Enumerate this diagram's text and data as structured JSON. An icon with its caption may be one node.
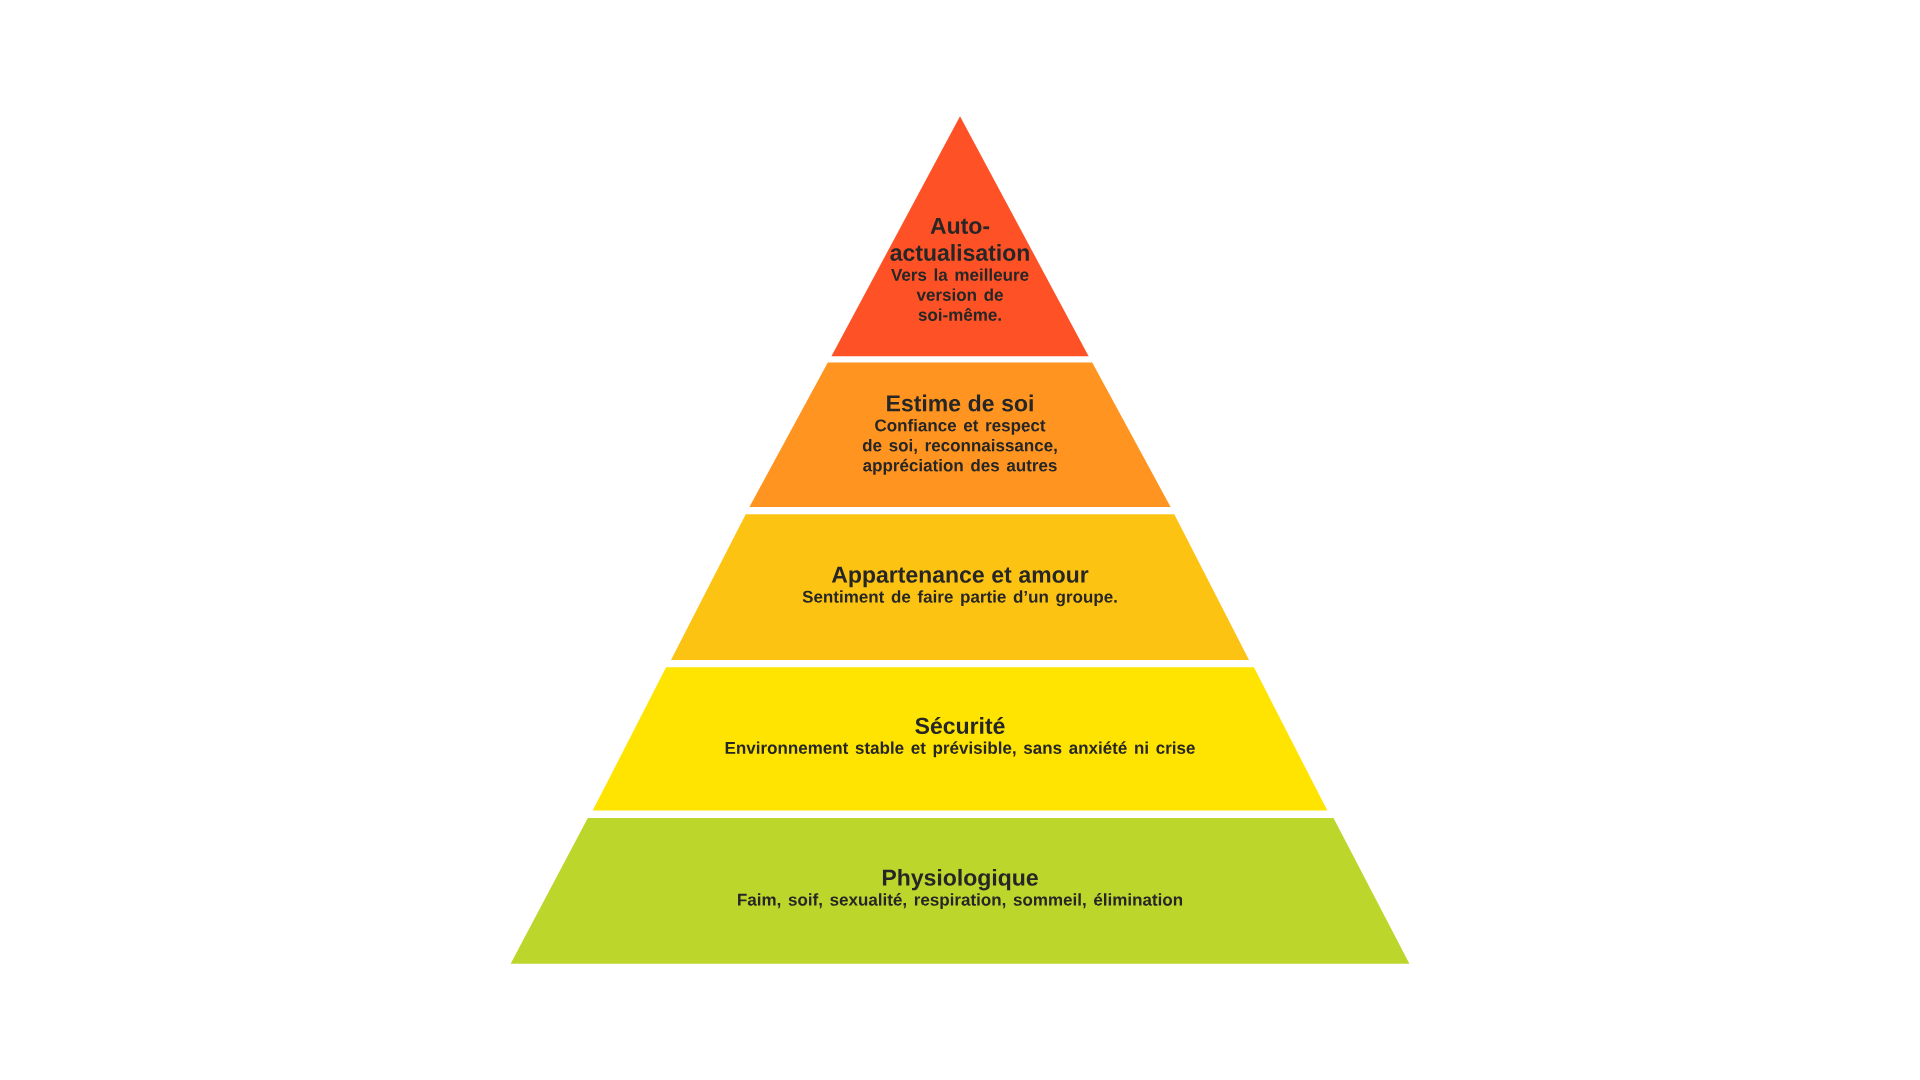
{
  "diagram": {
    "nodes": [
      {
        "text": [
          "Auto- actualisation",
          "Vers la meilleure version de soi-même."
        ]
      },
      {
        "text": [
          "Estime de soi",
          "Confiance et respect de soi, reconnaissance, appréciation des autres"
        ]
      },
      {
        "text": [
          "Appartenance et amour",
          "Sentiment de faire partie d’un groupe."
        ]
      },
      {
        "text": [
          "Sécurité",
          "Environnement stable et prévisible, sans anxiété ni crise"
        ]
      },
      {
        "text": [
          "Physiologique",
          "Faim, soif, sexualité, respiration, sommeil, élimination"
        ]
      }
    ]
  }
}
